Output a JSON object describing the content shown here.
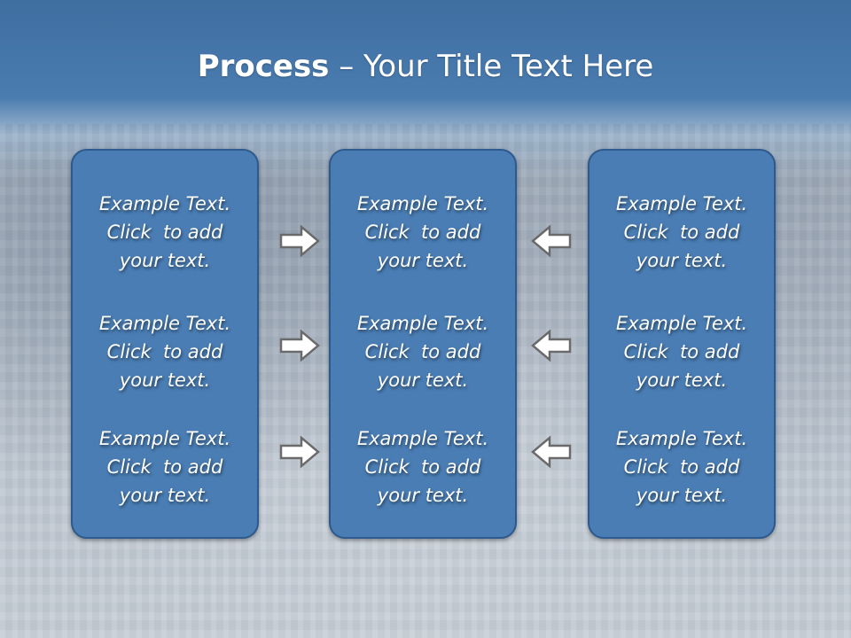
{
  "slide": {
    "title_bold": "Process",
    "title_rest": " – Your Title Text Here"
  },
  "panels": [
    {
      "items": [
        {
          "line1": "Example Text.",
          "line2": "Click  to add",
          "line3": "your text."
        },
        {
          "line1": "Example Text.",
          "line2": "Click  to add",
          "line3": "your text."
        },
        {
          "line1": "Example Text.",
          "line2": "Click  to add",
          "line3": "your text."
        }
      ]
    },
    {
      "items": [
        {
          "line1": "Example Text.",
          "line2": "Click  to add",
          "line3": "your text."
        },
        {
          "line1": "Example Text.",
          "line2": "Click  to add",
          "line3": "your text."
        },
        {
          "line1": "Example Text.",
          "line2": "Click  to add",
          "line3": "your text."
        }
      ]
    },
    {
      "items": [
        {
          "line1": "Example Text.",
          "line2": "Click  to add",
          "line3": "your text."
        },
        {
          "line1": "Example Text.",
          "line2": "Click  to add",
          "line3": "your text."
        },
        {
          "line1": "Example Text.",
          "line2": "Click  to add",
          "line3": "your text."
        }
      ]
    }
  ],
  "icons": {
    "left_arrows": "arrow-right-icon",
    "right_arrows": "arrow-left-icon"
  },
  "colors": {
    "panel_fill": "#4a7db4",
    "panel_border": "#2d5a8e",
    "header_band": "#4a7cb0",
    "text": "#ffffff"
  }
}
